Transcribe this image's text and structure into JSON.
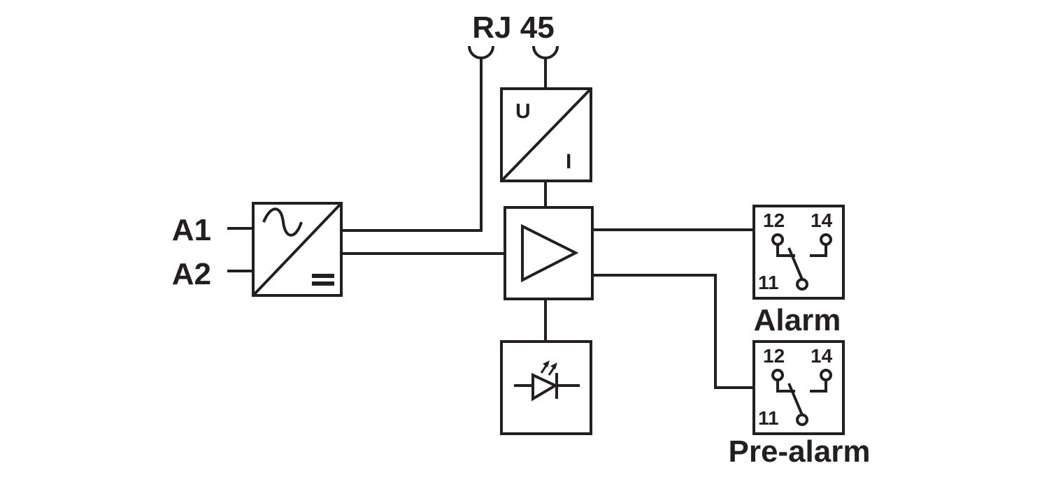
{
  "rj45": {
    "label": "RJ 45"
  },
  "power_inputs": {
    "a1": "A1",
    "a2": "A2"
  },
  "converter": {
    "input_label": "U",
    "output_label": "I"
  },
  "alarm_relay": {
    "name": "Alarm",
    "terminal_nc": "12",
    "terminal_no": "14",
    "terminal_common": "11"
  },
  "prealarm_relay": {
    "name": "Pre-alarm",
    "terminal_nc": "12",
    "terminal_no": "14",
    "terminal_common": "11"
  },
  "colors": {
    "line": "#231f20",
    "background": "#ffffff"
  },
  "icons": {
    "power_supply": "ac-dc-converter-icon",
    "amplifier": "amplifier-triangle-icon",
    "led": "led-diode-icon",
    "relay": "relay-contact-icon",
    "socket": "rj45-socket-icon"
  }
}
